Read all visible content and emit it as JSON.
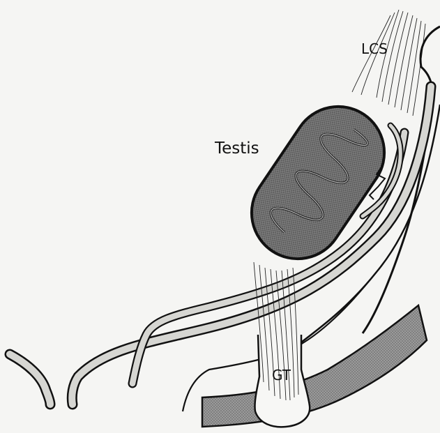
{
  "labels": {
    "lcs": "LCS",
    "testis": "Testis",
    "gt": "GT"
  },
  "colors": {
    "outline": "#111111",
    "shading": "#8a8a8a",
    "duct_fill": "#d6d6d2",
    "background": "#f5f5f3"
  }
}
